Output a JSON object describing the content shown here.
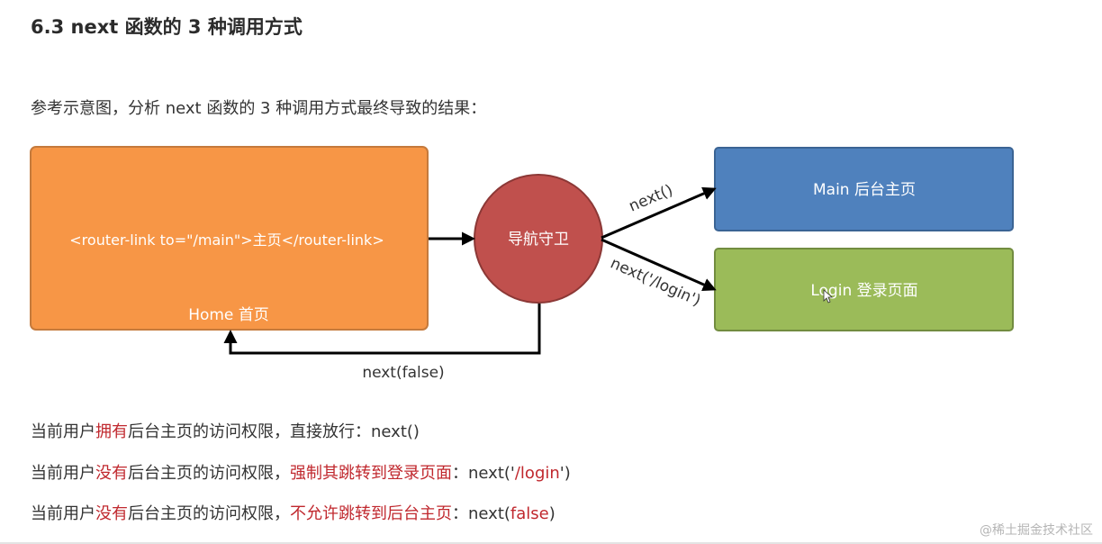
{
  "heading": "6.3 next 函数的 3 种调用方式",
  "intro": "参考示意图，分析 next 函数的 3 种调用方式最终导致的结果：",
  "diagram": {
    "home_box": {
      "link_text": "<router-link to=\"/main\">主页</router-link>",
      "label": "Home 首页",
      "color": "#f79646"
    },
    "guard": {
      "label": "导航守卫",
      "color": "#c0504d"
    },
    "main_box": {
      "label": "Main 后台主页",
      "color": "#4f81bd"
    },
    "login_box": {
      "label": "Login 登录页面",
      "color": "#9bbb59"
    },
    "edges": {
      "to_main": "next()",
      "to_login": "next('/login')",
      "to_home": "next(false)"
    }
  },
  "results": [
    {
      "prefix": "当前用户",
      "highlight": "拥有",
      "middle": "后台主页的访问权限，直接放行：next()",
      "action": "",
      "suffix_plain": "",
      "suffix_red": "",
      "suffix_end": ""
    },
    {
      "prefix": "当前用户",
      "highlight": "没有",
      "middle": "后台主页的访问权限，",
      "action": "强制其跳转到登录页面",
      "suffix_plain": "：next('",
      "suffix_red": "/login",
      "suffix_end": "')"
    },
    {
      "prefix": "当前用户",
      "highlight": "没有",
      "middle": "后台主页的访问权限，",
      "action": "不允许跳转到后台主页",
      "suffix_plain": "：next(",
      "suffix_red": "false",
      "suffix_end": ")"
    }
  ],
  "watermark": "@稀土掘金技术社区"
}
